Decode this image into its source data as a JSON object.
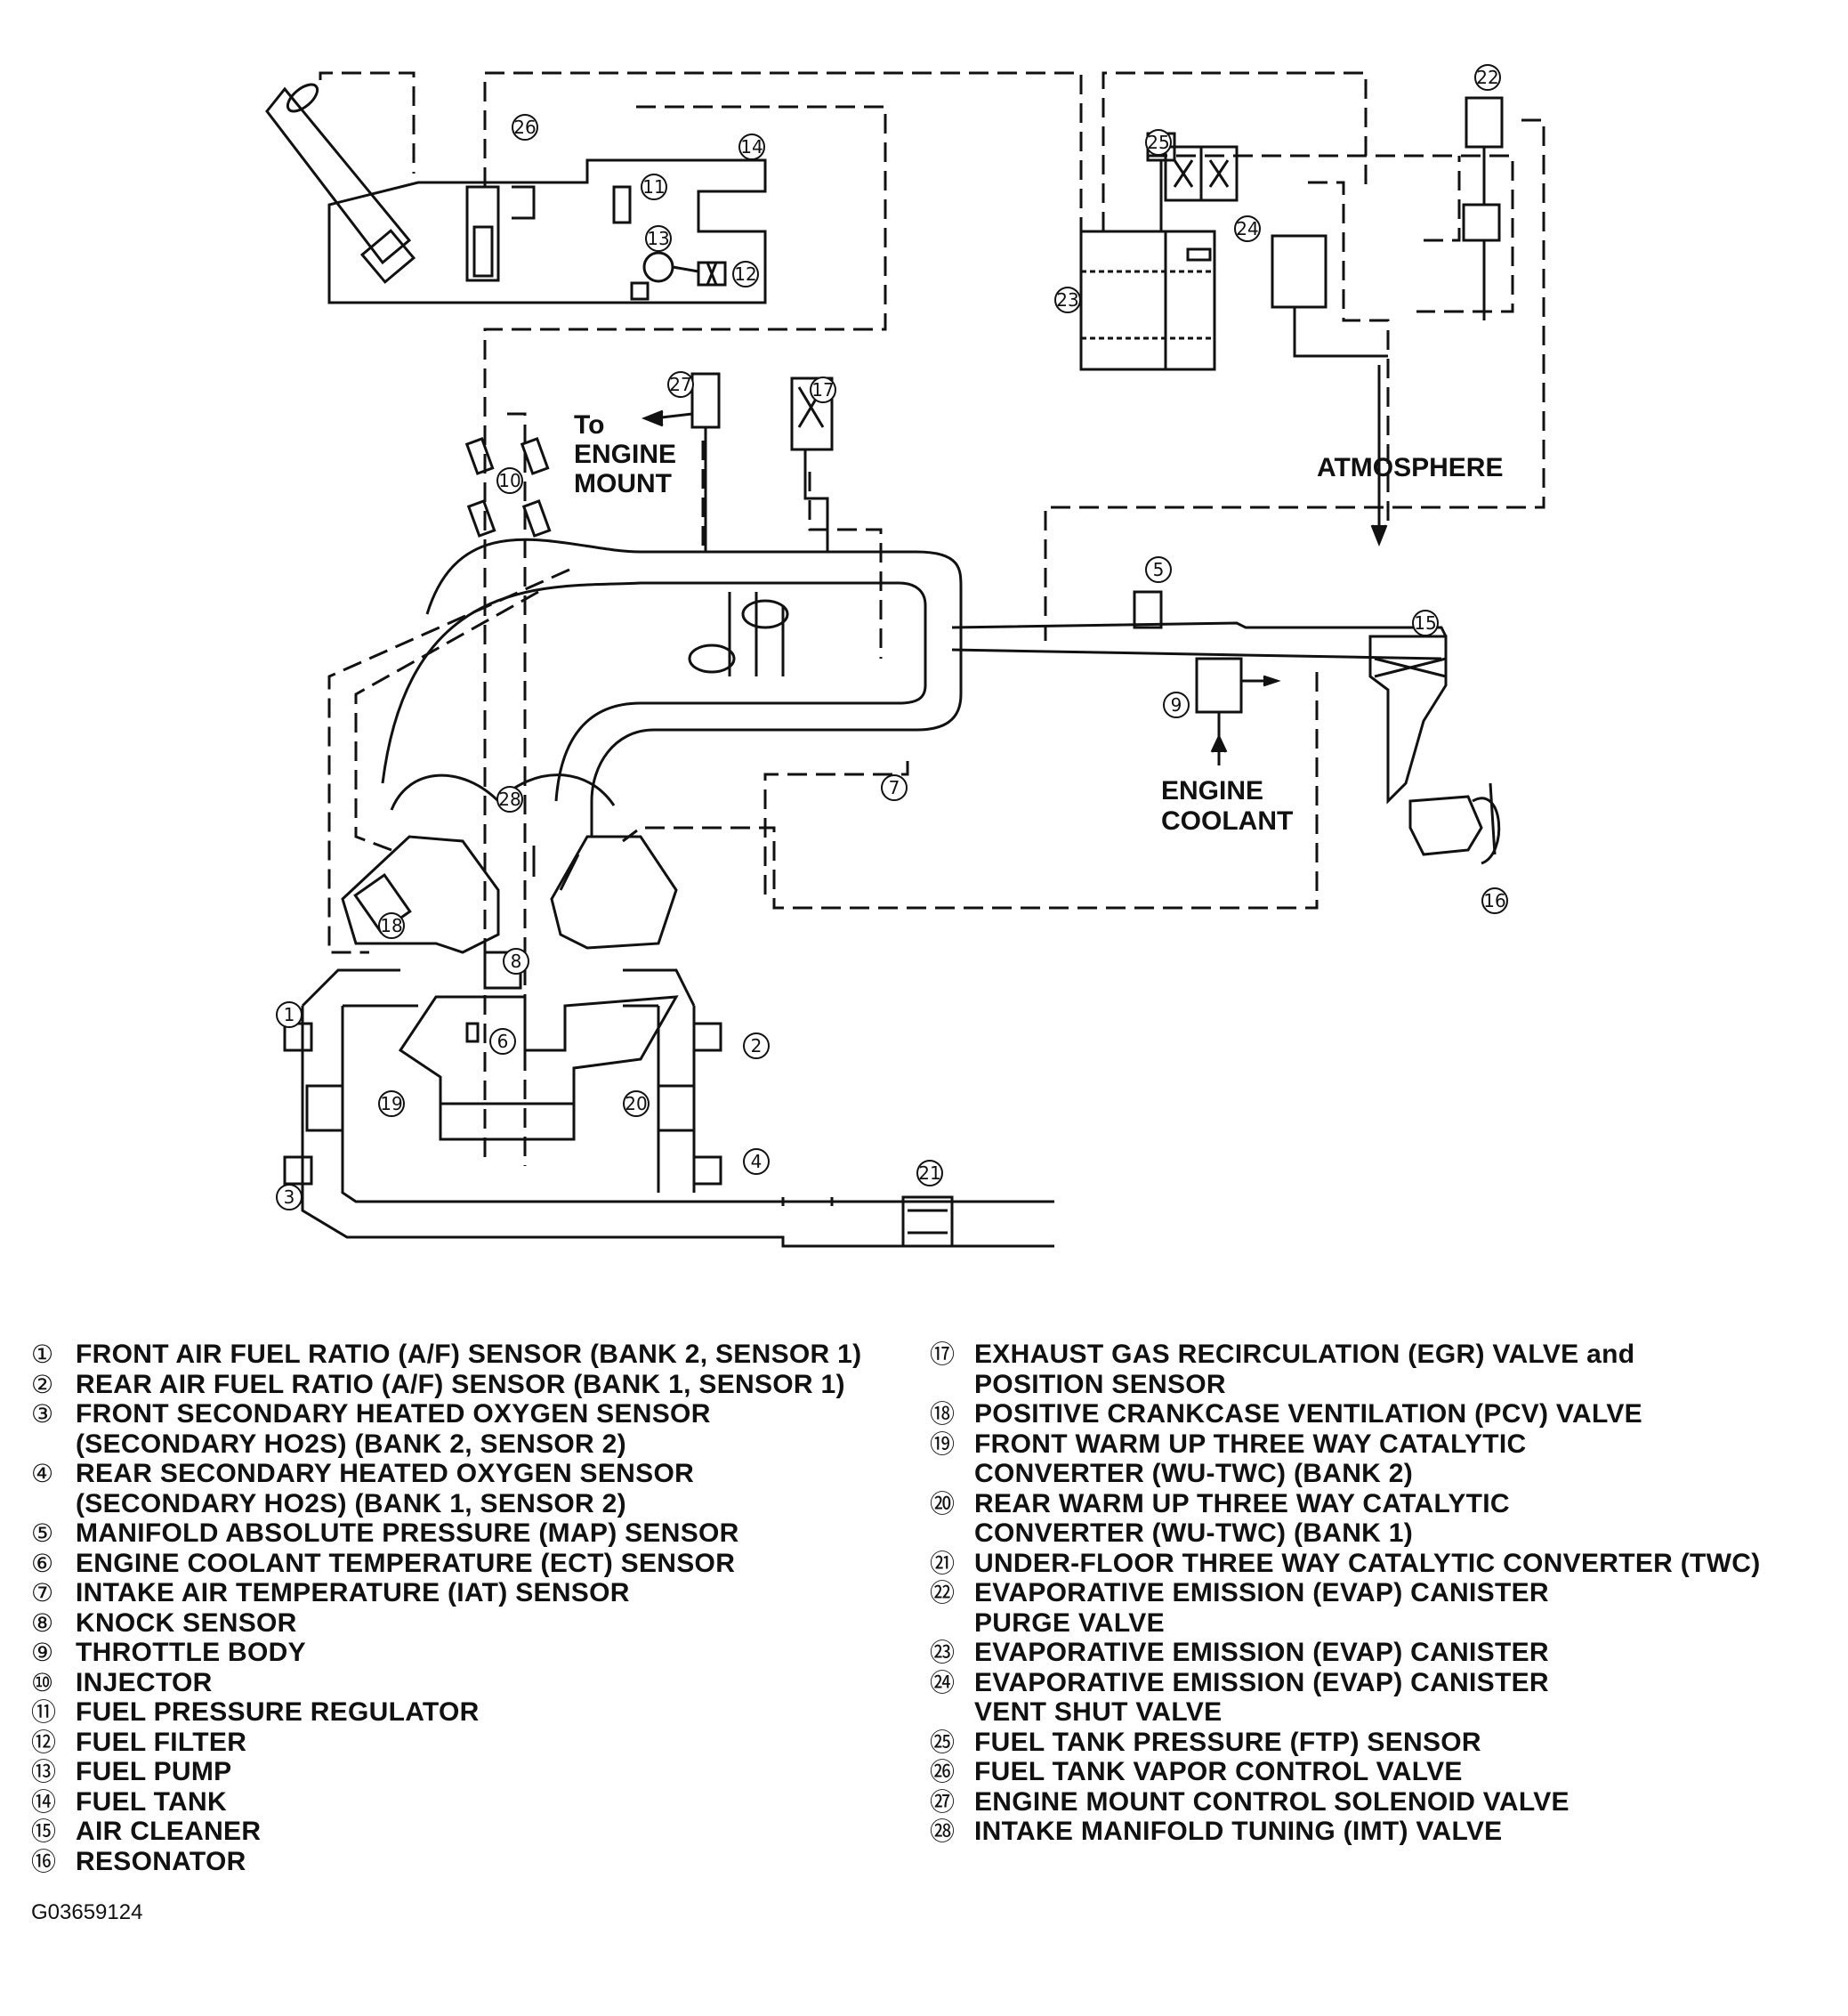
{
  "diagram": {
    "labels": {
      "to_engine_mount": [
        "To",
        "ENGINE",
        "MOUNT"
      ],
      "atmosphere": "ATMOSPHERE",
      "engine_coolant": [
        "ENGINE",
        "COOLANT"
      ]
    },
    "callout_numbers": [
      "1",
      "2",
      "3",
      "4",
      "5",
      "6",
      "7",
      "8",
      "9",
      "10",
      "11",
      "12",
      "13",
      "14",
      "15",
      "16",
      "17",
      "18",
      "19",
      "20",
      "21",
      "22",
      "23",
      "24",
      "25",
      "26",
      "27",
      "28"
    ]
  },
  "legend": {
    "left": [
      {
        "num": "①",
        "lines": [
          "FRONT AIR FUEL RATIO (A/F) SENSOR (BANK 2, SENSOR 1)"
        ]
      },
      {
        "num": "②",
        "lines": [
          "REAR AIR FUEL RATIO (A/F) SENSOR (BANK 1, SENSOR 1)"
        ]
      },
      {
        "num": "③",
        "lines": [
          "FRONT SECONDARY HEATED OXYGEN SENSOR",
          "(SECONDARY HO2S) (BANK 2, SENSOR 2)"
        ]
      },
      {
        "num": "④",
        "lines": [
          "REAR SECONDARY HEATED OXYGEN SENSOR",
          "(SECONDARY HO2S) (BANK 1, SENSOR 2)"
        ]
      },
      {
        "num": "⑤",
        "lines": [
          "MANIFOLD ABSOLUTE PRESSURE (MAP) SENSOR"
        ]
      },
      {
        "num": "⑥",
        "lines": [
          "ENGINE COOLANT TEMPERATURE (ECT) SENSOR"
        ]
      },
      {
        "num": "⑦",
        "lines": [
          "INTAKE AIR TEMPERATURE (IAT) SENSOR"
        ]
      },
      {
        "num": "⑧",
        "lines": [
          "KNOCK SENSOR"
        ]
      },
      {
        "num": "⑨",
        "lines": [
          "THROTTLE BODY"
        ]
      },
      {
        "num": "⑩",
        "lines": [
          "INJECTOR"
        ]
      },
      {
        "num": "⑪",
        "lines": [
          "FUEL PRESSURE REGULATOR"
        ]
      },
      {
        "num": "⑫",
        "lines": [
          "FUEL FILTER"
        ]
      },
      {
        "num": "⑬",
        "lines": [
          "FUEL PUMP"
        ]
      },
      {
        "num": "⑭",
        "lines": [
          "FUEL TANK"
        ]
      },
      {
        "num": "⑮",
        "lines": [
          "AIR CLEANER"
        ]
      },
      {
        "num": "⑯",
        "lines": [
          "RESONATOR"
        ]
      }
    ],
    "right": [
      {
        "num": "⑰",
        "lines": [
          "EXHAUST GAS RECIRCULATION (EGR) VALVE and",
          "POSITION SENSOR"
        ]
      },
      {
        "num": "⑱",
        "lines": [
          "POSITIVE CRANKCASE VENTILATION (PCV) VALVE"
        ]
      },
      {
        "num": "⑲",
        "lines": [
          "FRONT WARM UP THREE WAY CATALYTIC",
          "CONVERTER (WU-TWC) (BANK 2)"
        ]
      },
      {
        "num": "⑳",
        "lines": [
          "REAR WARM UP THREE WAY CATALYTIC",
          "CONVERTER (WU-TWC) (BANK 1)"
        ]
      },
      {
        "num": "㉑",
        "lines": [
          "UNDER-FLOOR THREE WAY CATALYTIC CONVERTER (TWC)"
        ]
      },
      {
        "num": "㉒",
        "lines": [
          "EVAPORATIVE EMISSION (EVAP) CANISTER",
          "PURGE VALVE"
        ]
      },
      {
        "num": "㉓",
        "lines": [
          "EVAPORATIVE EMISSION (EVAP) CANISTER"
        ]
      },
      {
        "num": "㉔",
        "lines": [
          "EVAPORATIVE EMISSION (EVAP) CANISTER",
          "VENT SHUT VALVE"
        ]
      },
      {
        "num": "㉕",
        "lines": [
          "FUEL TANK PRESSURE (FTP) SENSOR"
        ]
      },
      {
        "num": "㉖",
        "lines": [
          "FUEL TANK VAPOR CONTROL VALVE"
        ]
      },
      {
        "num": "㉗",
        "lines": [
          "ENGINE MOUNT CONTROL SOLENOID VALVE"
        ]
      },
      {
        "num": "㉘",
        "lines": [
          "INTAKE MANIFOLD TUNING (IMT) VALVE"
        ]
      }
    ]
  },
  "figure_code": "G03659124"
}
